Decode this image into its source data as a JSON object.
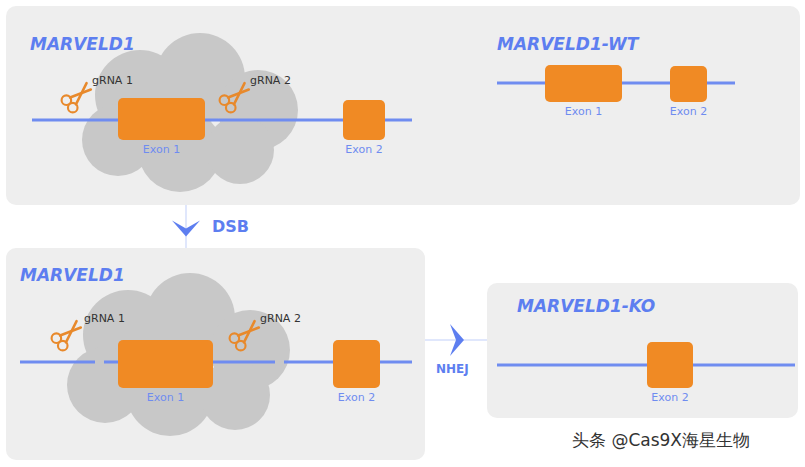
{
  "diagram": {
    "nodes": [
      {
        "text": [
          "MARVELD1",
          "MARVELD1-WT"
        ]
      },
      {
        "text": [
          "Exon 1"
        ],
        "in": 0
      },
      {
        "text": [
          "Exon 2"
        ],
        "in": 0
      },
      {
        "text": [
          "Exon 1"
        ],
        "in": 0
      },
      {
        "text": [
          "Exon 2"
        ],
        "in": 0
      },
      {
        "text": [
          "MARVELD1"
        ]
      },
      {
        "text": [
          "Exon 1"
        ],
        "in": 5
      },
      {
        "text": [
          "Exon 2"
        ],
        "in": 5
      },
      {
        "text": [
          "MARVELD1-KO"
        ]
      },
      {
        "text": [
          "Exon 2"
        ],
        "in": 8
      }
    ],
    "edges": [
      {
        "from": 0,
        "to": 5,
        "label": "DSB",
        "arrow": "to"
      },
      {
        "from": 5,
        "to": 8,
        "label": "NHEJ",
        "arrow": "to"
      }
    ],
    "labels": [
      "gRNA 1",
      "gRNA 2",
      "gRNA 1",
      "gRNA 2",
      "头条 @Cas9X海星生物"
    ]
  }
}
